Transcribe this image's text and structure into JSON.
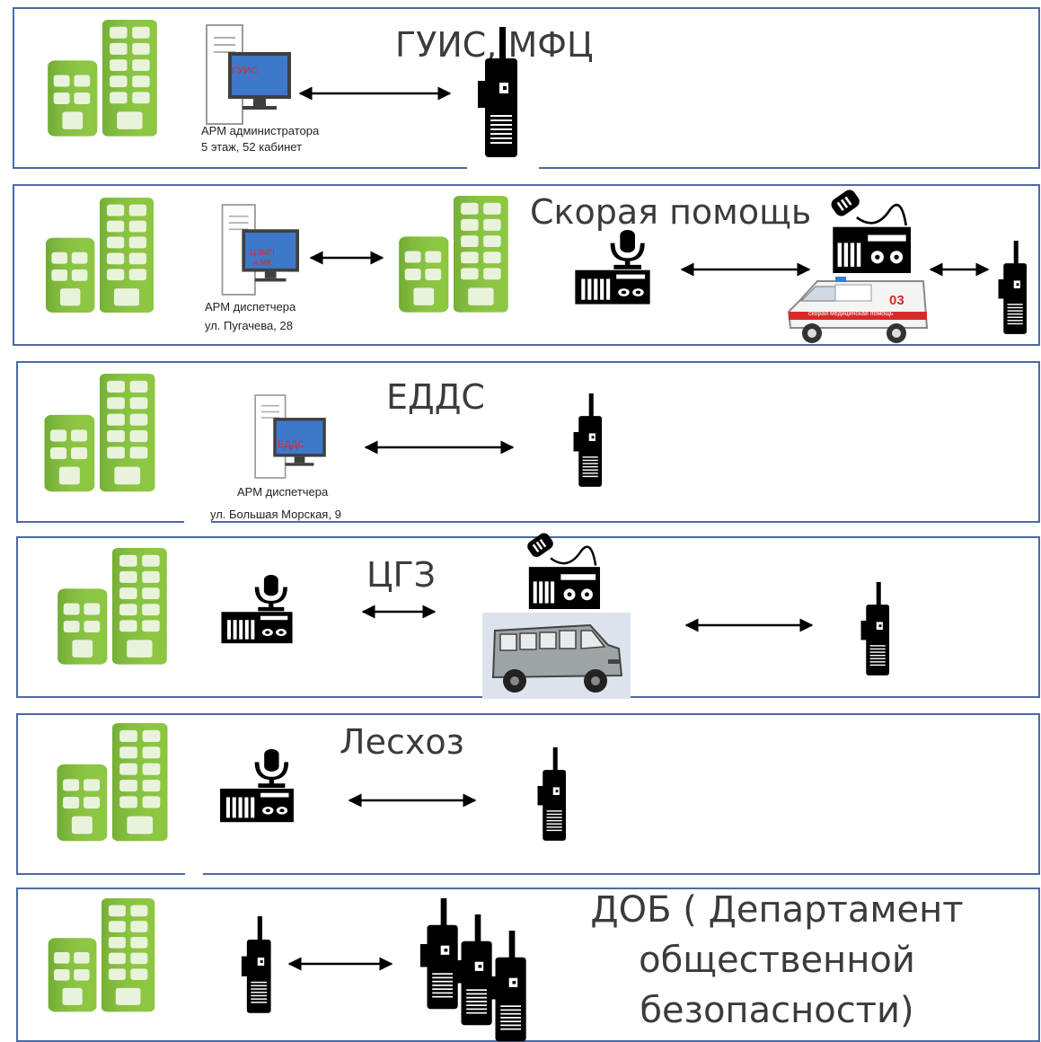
{
  "colors": {
    "frame": "#4a6aa3",
    "building_light": "#8cc63f",
    "building_dark": "#4f8a24",
    "window": "#e9f3dc",
    "screen": "#3e78c8",
    "screen_text": "#d62a2a"
  },
  "panels": [
    {
      "title": "ГУИС, МФЦ",
      "computer_label": "ГУИС",
      "caption_line1": "АРМ администратора",
      "caption_line2": "5 этаж, 52 кабинет"
    },
    {
      "title": "Скорая помощь",
      "computer_label_line1": "ЦЭМП",
      "computer_label_line2": "и МК",
      "caption_line1": "АРМ диспетчера",
      "caption_line2": "ул. Пугачева, 28",
      "ambulance_number": "03",
      "ambulance_stripe": "скорая медицинская помощь"
    },
    {
      "title": "ЕДДС",
      "computer_label": "ЕДДС",
      "caption_line1": "АРМ диспетчера",
      "caption_line2": "ул. Большая Морская, 9"
    },
    {
      "title": "ЦГЗ"
    },
    {
      "title": "Лесхоз"
    },
    {
      "title_line1": "ДОБ ( Департамент",
      "title_line2": "общественной",
      "title_line3": "безопасности)"
    }
  ]
}
